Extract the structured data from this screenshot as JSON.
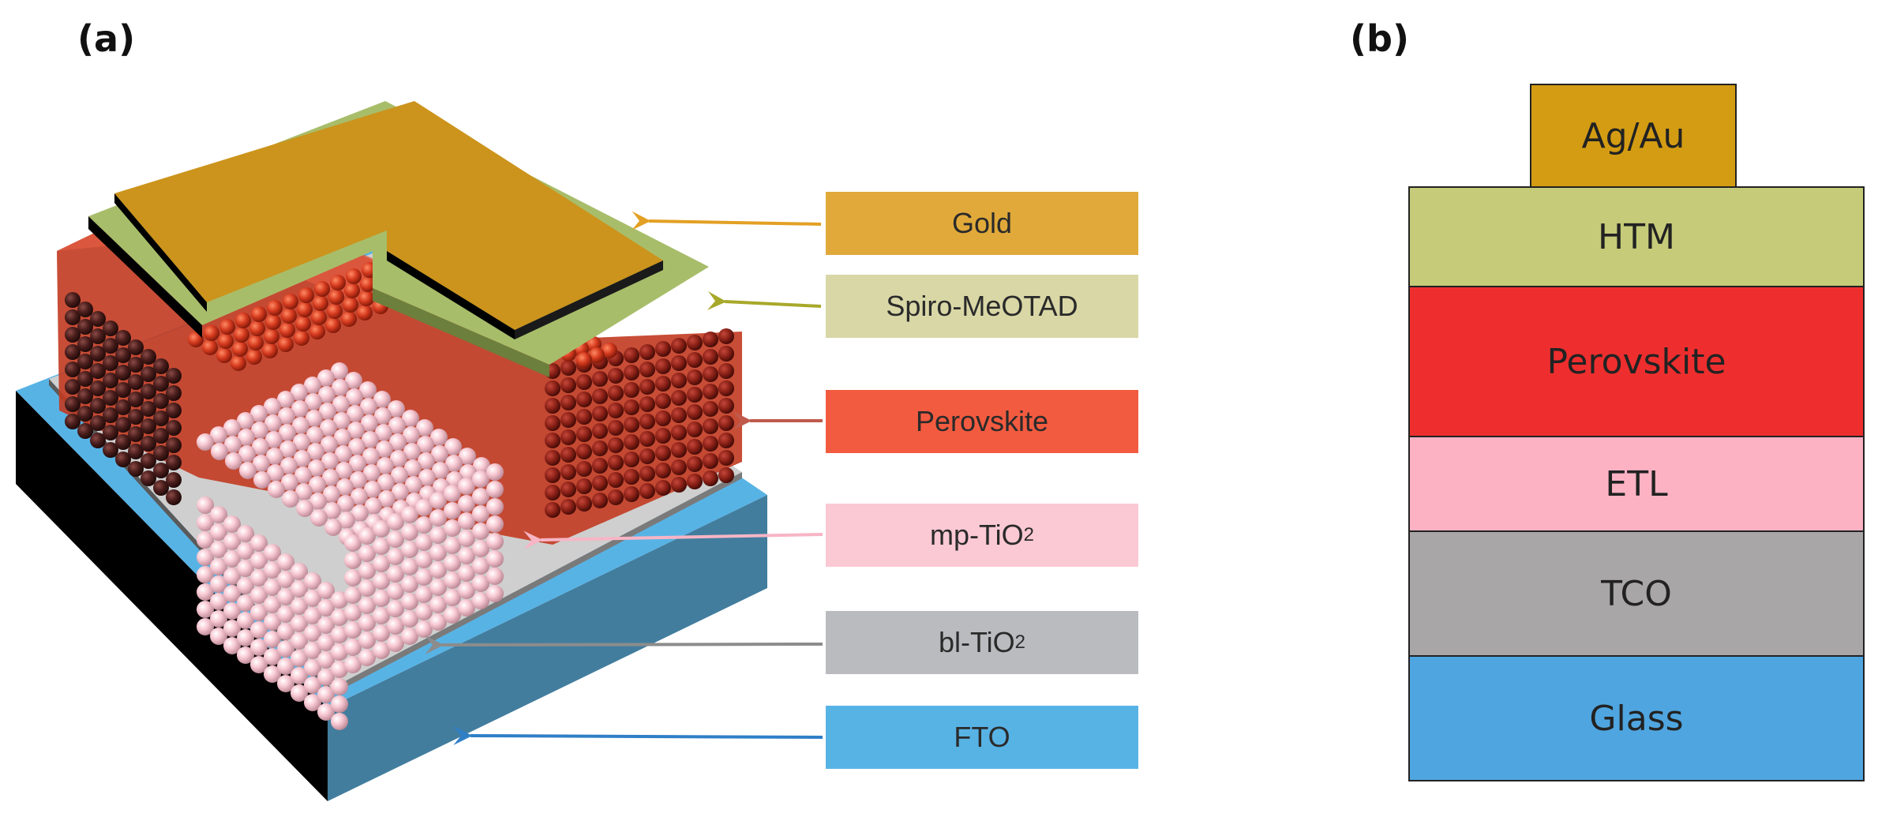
{
  "panel_a": {
    "label": "(a)",
    "layers": [
      {
        "label": "Gold",
        "color": "#e0a93a",
        "arrow_color": "#e3a024"
      },
      {
        "label": "Spiro-MeOTAD",
        "color": "#d9d7a6",
        "arrow_color": "#a8a82a"
      },
      {
        "label": "Perovskite",
        "color": "#f25b40",
        "arrow_color": "#c05a4c"
      },
      {
        "label": "mp-TiO",
        "sub": "2",
        "color": "#fbc9d4",
        "arrow_color": "#f7b5c5"
      },
      {
        "label": "bl-TiO",
        "sub": "2",
        "color": "#b9bbbe",
        "arrow_color": "#8c8c8c"
      },
      {
        "label": "FTO",
        "color": "#58b3e5",
        "arrow_color": "#2f7fc7"
      }
    ]
  },
  "panel_b": {
    "label": "(b)",
    "layers": [
      {
        "label": "Ag/Au",
        "color": "#d49c13"
      },
      {
        "label": "HTM",
        "color": "#c5cb78"
      },
      {
        "label": "Perovskite",
        "color": "#ee2e2e"
      },
      {
        "label": "ETL",
        "color": "#fdb2c4"
      },
      {
        "label": "TCO",
        "color": "#a8a6a6"
      },
      {
        "label": "Glass",
        "color": "#4fa5df"
      }
    ]
  }
}
